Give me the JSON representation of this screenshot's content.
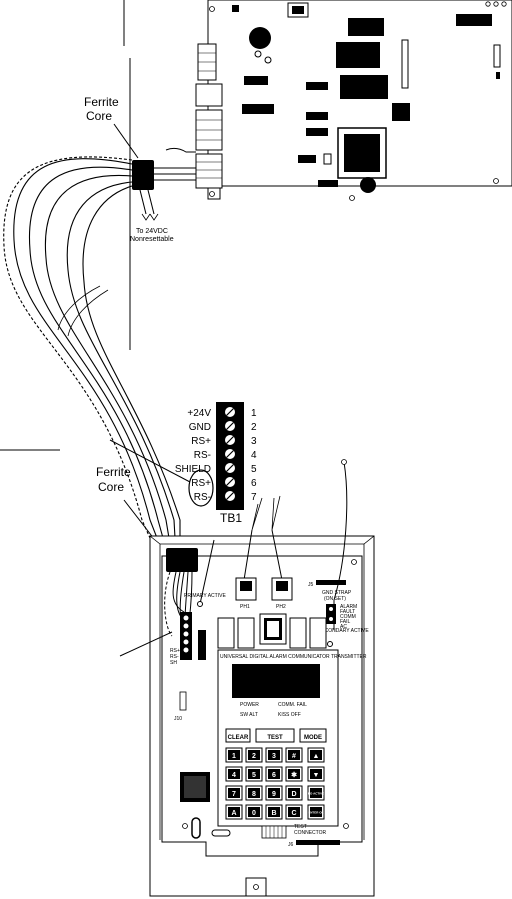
{
  "labels": {
    "ferrite_core_top": [
      "Ferrite",
      "Core"
    ],
    "ferrite_core_bottom": [
      "Ferrite",
      "Core"
    ],
    "power_note": [
      "To 24VDC",
      "Nonresettable"
    ],
    "tb1_title": "TB1"
  },
  "terminal_block": {
    "names": [
      "+24V",
      "GND",
      "RS+",
      "RS-",
      "SHIELD",
      "RS+",
      "RS-"
    ],
    "numbers": [
      "1",
      "2",
      "3",
      "4",
      "5",
      "6",
      "7"
    ]
  },
  "annunciator": {
    "led_primary": "PRIMARY ACTIVE",
    "led_secondary": "SECONDARY ACTIVE",
    "phone_jacks": [
      "PH1",
      "PH2"
    ],
    "j5_label": "J5",
    "j10_label": "J10",
    "header_text": "UNIVERSAL DIGITAL ALARM COMMUNICATOR TRANSMITTER",
    "status": {
      "power": "POWER",
      "comm_fail": "COMM. FAIL",
      "kiss_off": "KISS OFF",
      "sw_alt": "SW ALT"
    },
    "right_strip": [
      "ALARM",
      "FAULT",
      "COMM",
      "FAIL",
      "AC"
    ],
    "left_strip": [
      "RS+",
      "RS-",
      "SH"
    ],
    "test_connector": [
      "TEST",
      "CONNECTOR"
    ],
    "j6_label": "J6",
    "strap_note": [
      "GND STRAP",
      "(ON SET)"
    ]
  },
  "keypad": {
    "top_row": [
      "CLEAR",
      "TEST",
      "MODE"
    ],
    "grid": [
      [
        "1",
        "2",
        "3",
        "#",
        "▲"
      ],
      [
        "4",
        "5",
        "6",
        "✱",
        "▼"
      ],
      [
        "7",
        "8",
        "9",
        "D",
        "NO ACTIVE"
      ],
      [
        "A",
        "0",
        "B",
        "C",
        "ENTER OK"
      ]
    ]
  }
}
